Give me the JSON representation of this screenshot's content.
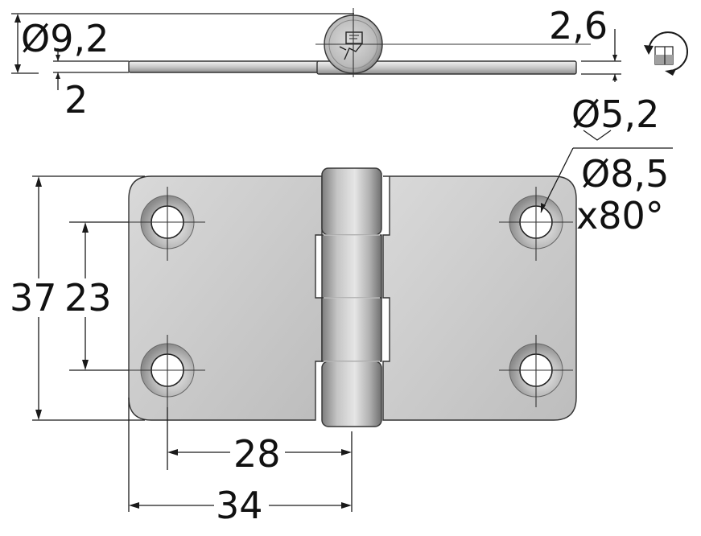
{
  "dimensions": {
    "pin_diameter": "Ø9,2",
    "leaf_thickness": "2",
    "overall_thickness": "2,6",
    "hole_diameter": "Ø5,2",
    "countersink_diameter": "Ø8,5",
    "countersink_angle": "x80°",
    "overall_height": "37",
    "hole_spacing_vertical": "23",
    "hole_spacing_horizontal": "28",
    "leaf_width": "34"
  },
  "colors": {
    "metal_light": "#e4e4e4",
    "metal_mid": "#c9c9c9",
    "metal_dark": "#8e8e8e",
    "outline": "#333333",
    "dimension": "#1a1a1a"
  },
  "icons": [
    "rotation-symbol-icon",
    "hinge-direction-icon"
  ]
}
